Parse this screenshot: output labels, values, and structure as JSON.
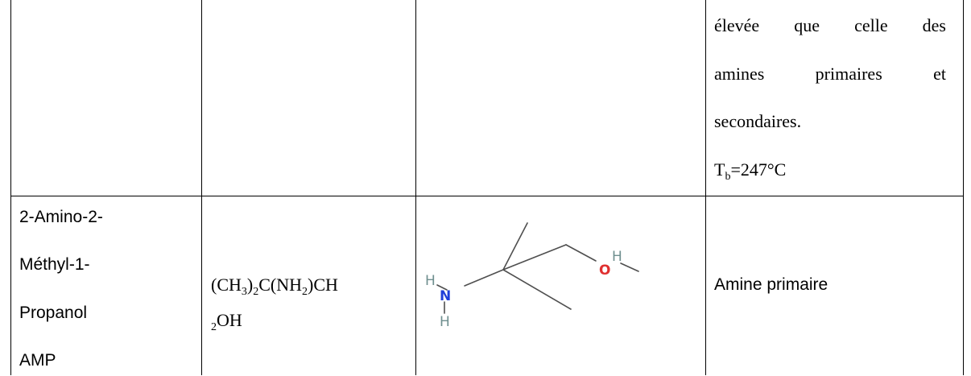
{
  "row1": {
    "col4_lines": [
      [
        "élevée",
        "que",
        "celle",
        "des"
      ],
      [
        "amines",
        "primaires",
        "et"
      ],
      [
        "secondaires."
      ]
    ],
    "boiling_point": {
      "prefix": "T",
      "sub": "b",
      "rest": "=247°C"
    }
  },
  "row2": {
    "name_lines": [
      "2-Amino-2-",
      "Méthyl-1-",
      "Propanol",
      "AMP"
    ],
    "formula": {
      "line1": {
        "a": "(CH",
        "s1": "3",
        "b": ")",
        "s2": "2",
        "c": "C(NH",
        "s3": "2",
        "d": ")CH"
      },
      "line2": {
        "s": "2",
        "t": "OH"
      }
    },
    "molecule": {
      "atoms": {
        "n": "N",
        "o": "O",
        "h_left": "H",
        "h_below": "H",
        "h_right": "H"
      },
      "colors": {
        "bond": "#4f4f4f",
        "nitrogen": "#1f3fd8",
        "oxygen": "#e03030",
        "hydrogen": "#6f8f8f"
      }
    },
    "amine_type": "Amine primaire"
  }
}
